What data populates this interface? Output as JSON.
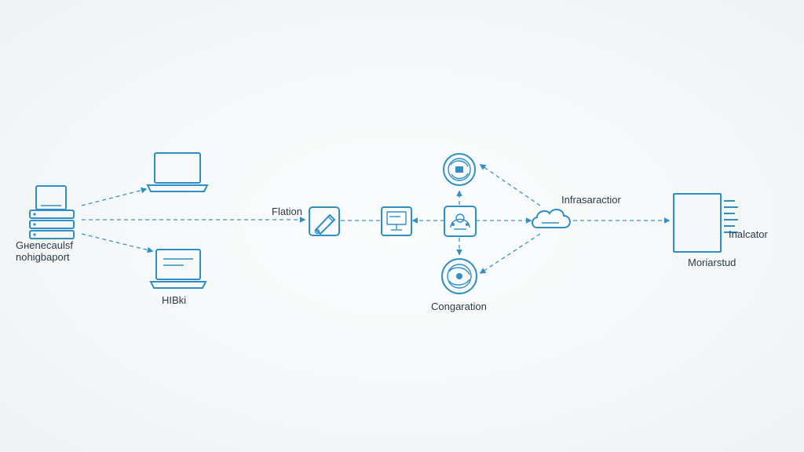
{
  "diagram": {
    "labels": {
      "source_line1": "Gнenecaulsf",
      "source_line2": "nohigbaport",
      "laptop_bottom": "HIBki",
      "tool_node": "Flation",
      "infrastructure": "Infrasaractior",
      "config": "Congaration",
      "indicator": "Inalcator",
      "monitor": "Moriarstud"
    },
    "colors": {
      "accent": "#2f8fc4",
      "text": "#2a3b47",
      "background": "#f6f8f9"
    }
  }
}
